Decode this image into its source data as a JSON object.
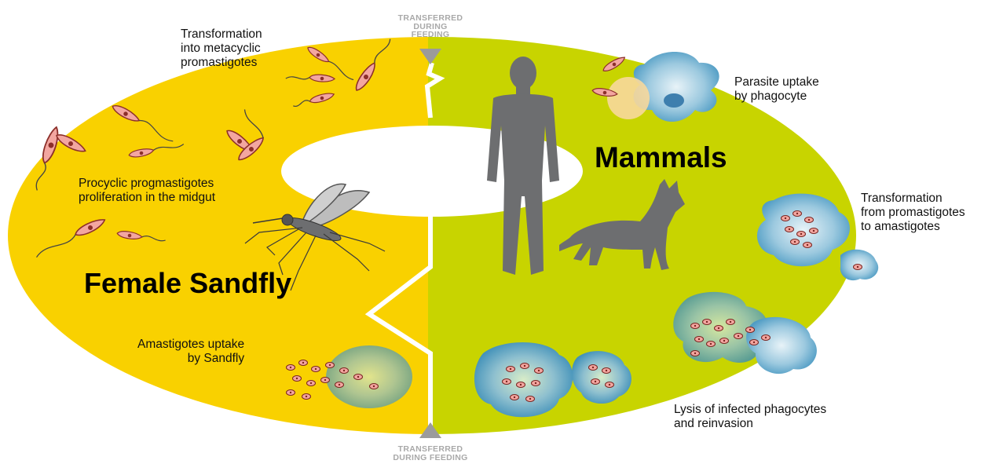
{
  "hosts": {
    "sandfly_title": "Female Sandfly",
    "mammal_title": "Mammals"
  },
  "transfer": {
    "top": "TRANSFERRED\nDURING\nFEEDING",
    "bottom": "TRANSFERRED\nDURING FEEDING"
  },
  "steps": {
    "metacyclic": "Transformation\ninto metacyclic\npromastigotes",
    "procyclic": "Procyclic progmastigotes\nproliferation in the midgut",
    "amastigote_uptake": "Amastigotes uptake\nby Sandfly",
    "phagocyte_uptake": "Parasite uptake\nby phagocyte",
    "pro_to_ama": "Transformation\nfrom promastigotes\nto amastigotes",
    "lysis": "Lysis of infected phagocytes\nand reinvasion"
  },
  "colors": {
    "sandfly_ring": "#f9d100",
    "mammal_ring": "#c8d400",
    "silhouette": "#6d6e70",
    "parasite": "#f3a6a0",
    "macrophage": "#7fb8d6",
    "transfer_text": "#a9a9a9"
  },
  "icons": [
    "sandfly-icon",
    "human-silhouette-icon",
    "dog-silhouette-icon",
    "promastigote-icon",
    "macrophage-icon"
  ]
}
